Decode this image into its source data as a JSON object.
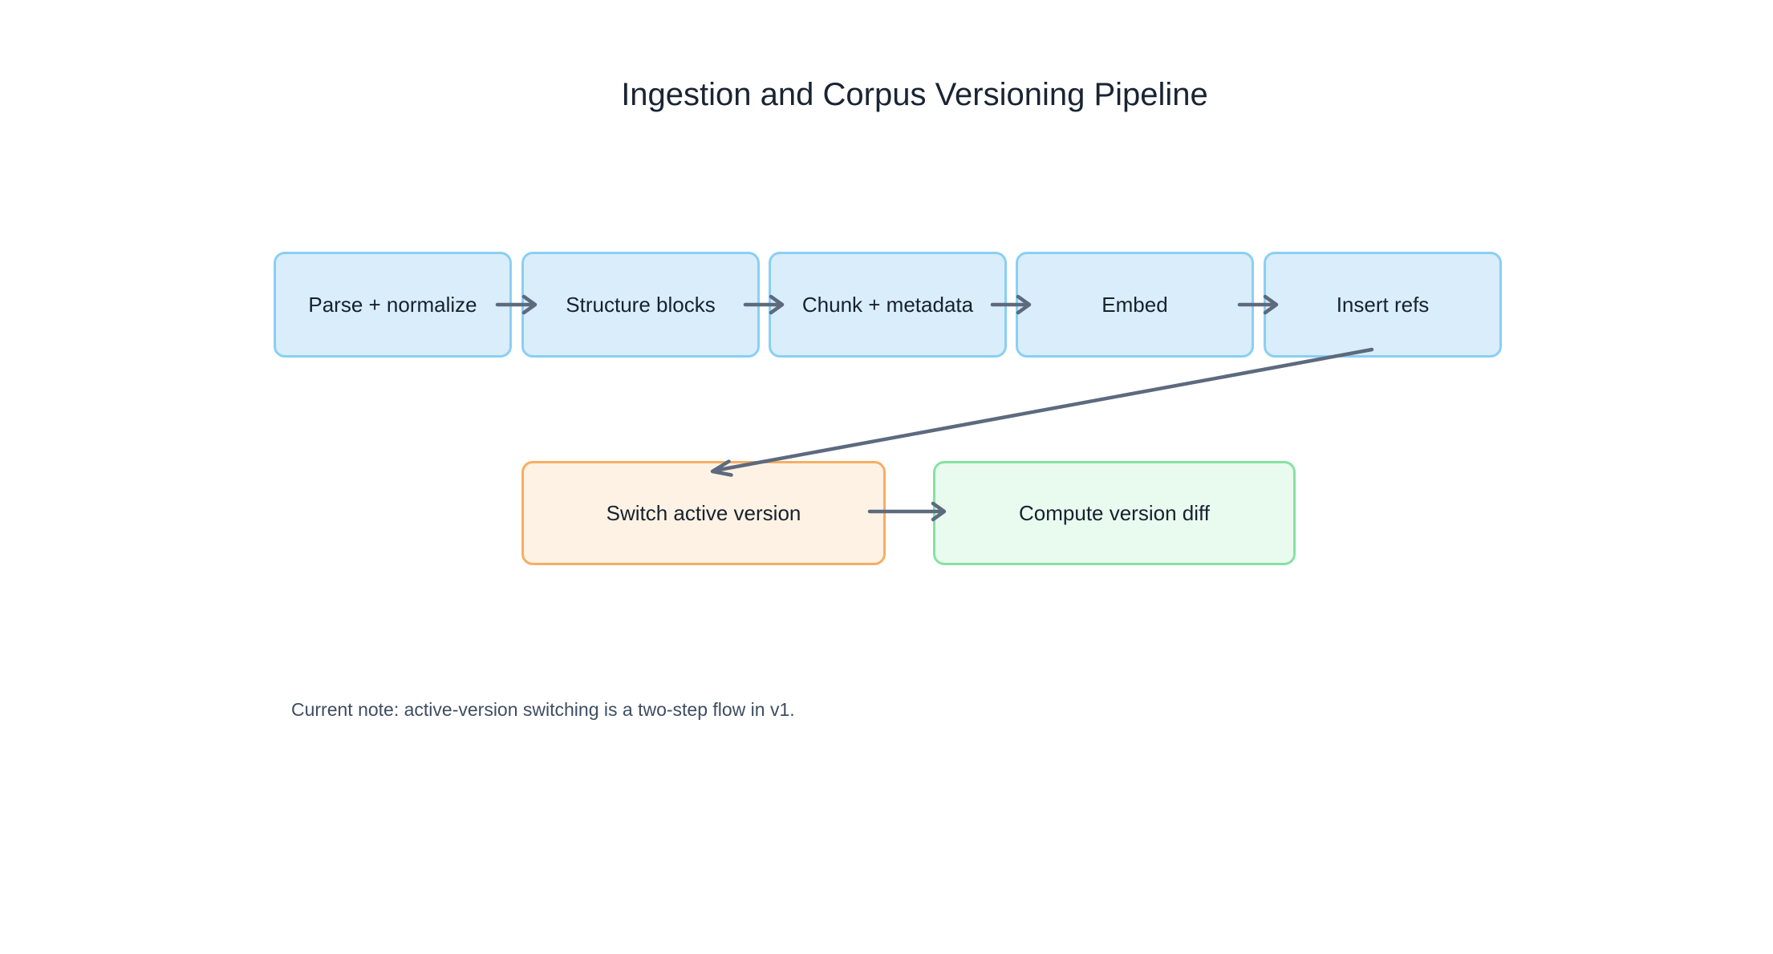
{
  "title": "Ingestion and Corpus Versioning Pipeline",
  "diagram_type": "flowchart",
  "nodes": [
    {
      "id": "parse_normalize",
      "label": "Parse + normalize",
      "group": "ingestion",
      "color_style": "blue"
    },
    {
      "id": "structure_blocks",
      "label": "Structure blocks",
      "group": "ingestion",
      "color_style": "blue"
    },
    {
      "id": "chunk_metadata",
      "label": "Chunk + metadata",
      "group": "ingestion",
      "color_style": "blue"
    },
    {
      "id": "embed",
      "label": "Embed",
      "group": "ingestion",
      "color_style": "blue"
    },
    {
      "id": "insert_refs",
      "label": "Insert refs",
      "group": "ingestion",
      "color_style": "blue"
    },
    {
      "id": "switch_active",
      "label": "Switch active version",
      "group": "versioning",
      "color_style": "orange"
    },
    {
      "id": "compute_diff",
      "label": "Compute version diff",
      "group": "versioning",
      "color_style": "green"
    }
  ],
  "edges": [
    {
      "from": "parse_normalize",
      "to": "structure_blocks",
      "style": "straight-horizontal"
    },
    {
      "from": "structure_blocks",
      "to": "chunk_metadata",
      "style": "straight-horizontal"
    },
    {
      "from": "chunk_metadata",
      "to": "embed",
      "style": "straight-horizontal"
    },
    {
      "from": "embed",
      "to": "insert_refs",
      "style": "straight-horizontal"
    },
    {
      "from": "insert_refs",
      "to": "switch_active",
      "style": "diagonal"
    },
    {
      "from": "switch_active",
      "to": "compute_diff",
      "style": "straight-horizontal"
    }
  ],
  "note": {
    "text": "Current note: active-version switching is a two-step flow in v1."
  },
  "colors": {
    "background": "#ffffff",
    "title_text": "#1a2433",
    "node_text": "#17212f",
    "note_text": "#3e4d62",
    "arrow": "#5d6a7e",
    "blue_fill": "#d9edfb",
    "blue_border": "#8acff4",
    "orange_fill": "#fdf2e4",
    "orange_border": "#f7ae61",
    "green_fill": "#e9fbef",
    "green_border": "#86e2a1"
  }
}
